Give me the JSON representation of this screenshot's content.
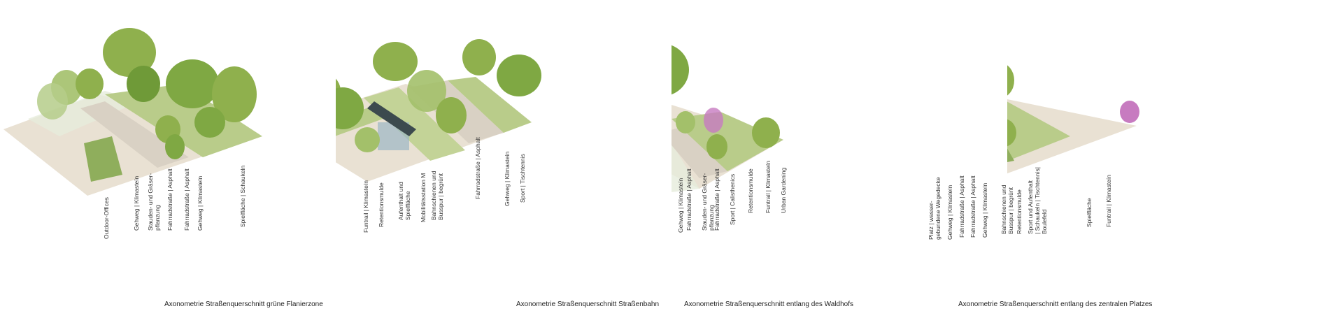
{
  "colors": {
    "ground": "#e9e1d3",
    "grass": "#b9cc8a",
    "grass_dark": "#8fae5c",
    "tree": "#7fa843",
    "tree_dark": "#5e8a2e",
    "tree_pink": "#c77bc0",
    "path": "#d9d1c4"
  },
  "panels": [
    {
      "caption": "Axonometrie  Straßenquerschnitt grüne Flanierzone",
      "labels": [
        "Outdoor-Offices",
        "Gehweg | Klimasteín",
        "Stauden- und Gräser-\npflanzung",
        "Fahrradstraße | Asphalt",
        "Fahrradstraße | Asphalt",
        "Gehweg | Klimasteín",
        "Spielfläche | Schaukeln"
      ]
    },
    {
      "caption": "Axonometrie Straßenquerschnitt Straßenbahn",
      "labels": [
        "Funtrail | Klimasteín",
        "Retentionsmulde",
        "Aufenthalt und\nSpielfläche",
        "Mobilitätsstation M",
        "Bahnschienen und\nBusspur | begrünt",
        "Fahrradstraße | Asphalt",
        "Gehweg | Klimasteín",
        "Sport | Tischtennis"
      ]
    },
    {
      "caption": "Axonometrie  Straßenquerschnitt entlang des Waldhofs",
      "labels": [
        "Gehweg | Klimasteín",
        "Fahrradstraße | Asphalt",
        "Stauden- und Gräser-\npflanzung",
        "Fahrradstraße | Asphalt",
        "Sport | Calisthenics",
        "Retentionsmulde",
        "Funtrail | Klimasteín",
        "Urban Gardening"
      ]
    },
    {
      "caption": "Axonometrie Straßenquerschnitt entlang des zentralen Platzes",
      "labels": [
        "Platz | wasser-\ngebundene Wegedecke",
        "Gehweg | Klimasteín",
        "Fahrradstraße | Asphalt",
        "Fahrradstraße | Asphalt",
        "Gehweg | Klimasteín",
        "Bahnschienen und\nBusspur | begrünt",
        "Retentionsmulde",
        "Sport und Aufenthalt\n| Schaukeln | Tischtennis|\nBoulefeld",
        "Spielfläche",
        "Funtrail | Klimasteín"
      ]
    }
  ]
}
